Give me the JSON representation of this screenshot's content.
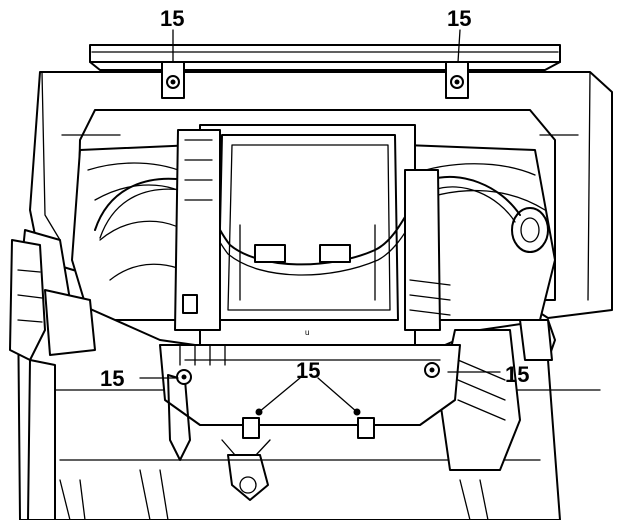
{
  "diagram": {
    "callouts": [
      {
        "id": "top-left",
        "label": "15"
      },
      {
        "id": "top-right",
        "label": "15"
      },
      {
        "id": "bottom-left",
        "label": "15"
      },
      {
        "id": "bottom-center",
        "label": "15"
      },
      {
        "id": "bottom-right",
        "label": "15"
      }
    ],
    "small_mark": "u",
    "colors": {
      "line": "#000000",
      "background": "#ffffff"
    }
  }
}
